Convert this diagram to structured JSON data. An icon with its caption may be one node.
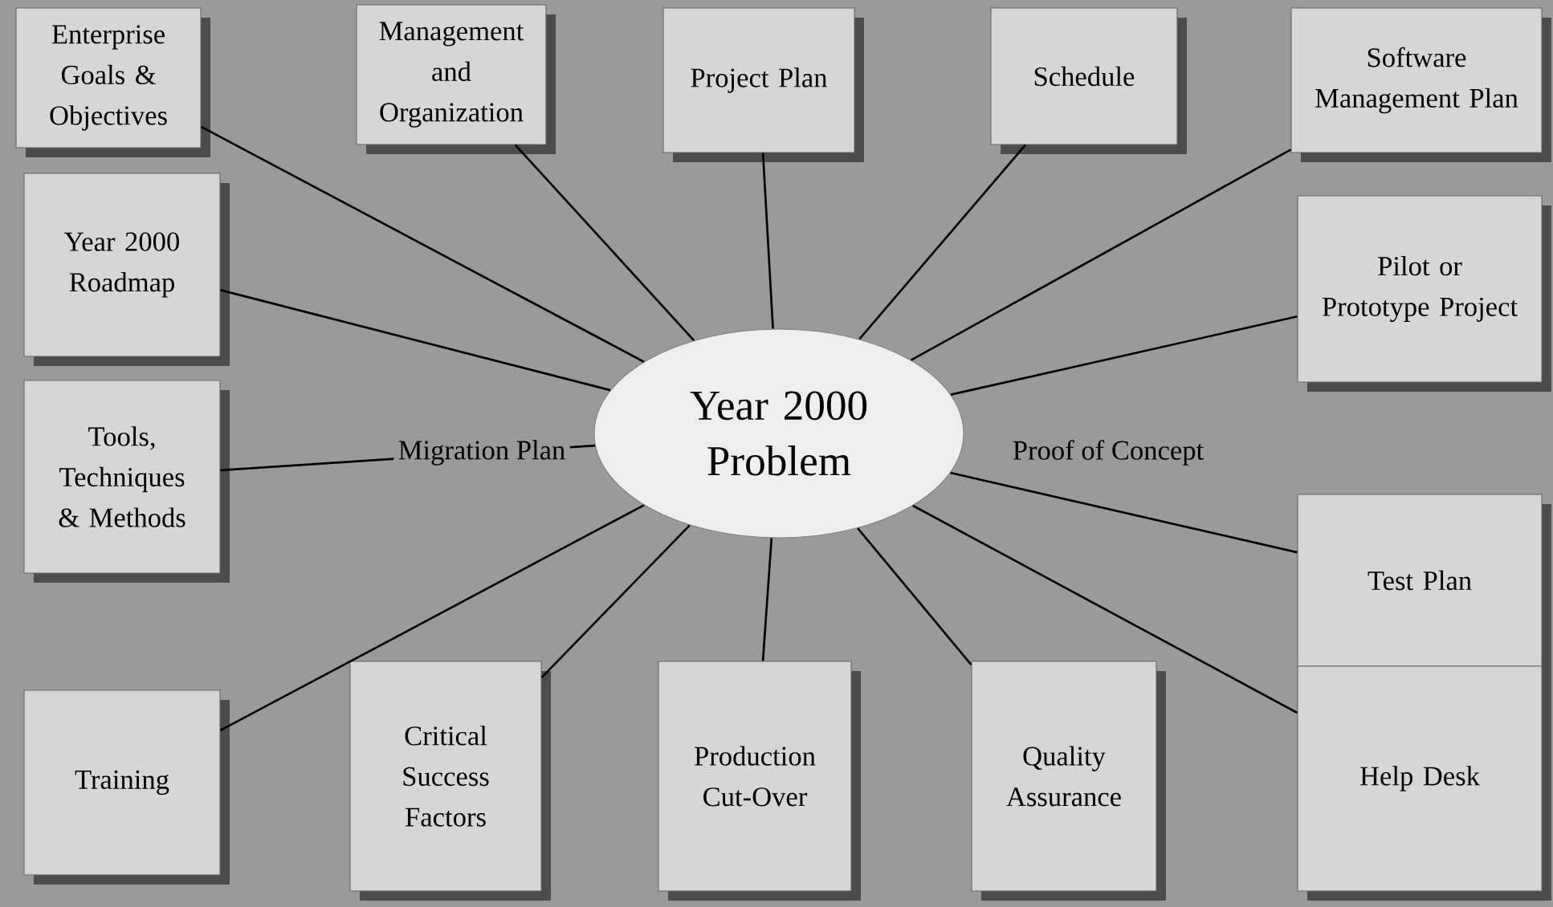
{
  "diagram": {
    "nodes": [
      {
        "text": [
          "Enterprise Goals & Objectives"
        ]
      },
      {
        "text": [
          "Management and Organization"
        ]
      },
      {
        "text": [
          "Project Plan"
        ]
      },
      {
        "text": [
          "Schedule"
        ]
      },
      {
        "text": [
          "Software Management Plan"
        ]
      },
      {
        "text": [
          "Year 2000 Roadmap"
        ]
      },
      {
        "text": [
          "Pilot or Prototype Project"
        ]
      },
      {
        "text": [
          "Year 2000 Problem"
        ]
      },
      {
        "text": [
          "Tools, Techniques & Methods"
        ]
      },
      {
        "text": [
          "Test Plan"
        ]
      },
      {
        "text": [
          "Training"
        ]
      },
      {
        "text": [
          "Critical Success Factors"
        ]
      },
      {
        "text": [
          "Production Cut-Over"
        ]
      },
      {
        "text": [
          "Quality Assurance"
        ]
      },
      {
        "text": [
          "Help Desk"
        ]
      }
    ],
    "edges": [
      {
        "from": 7,
        "to": 0,
        "arrow": "none"
      },
      {
        "from": 7,
        "to": 1,
        "arrow": "none"
      },
      {
        "from": 7,
        "to": 2,
        "arrow": "none"
      },
      {
        "from": 7,
        "to": 3,
        "arrow": "none"
      },
      {
        "from": 7,
        "to": 4,
        "arrow": "none"
      },
      {
        "from": 7,
        "to": 5,
        "arrow": "none"
      },
      {
        "from": 7,
        "to": 6,
        "arrow": "none"
      },
      {
        "from": 7,
        "to": 8,
        "arrow": "none"
      },
      {
        "from": 7,
        "to": 9,
        "arrow": "none"
      },
      {
        "from": 7,
        "to": 10,
        "arrow": "none"
      },
      {
        "from": 7,
        "to": 11,
        "arrow": "none"
      },
      {
        "from": 7,
        "to": 12,
        "arrow": "none"
      },
      {
        "from": 7,
        "to": 13,
        "arrow": "none"
      },
      {
        "from": 7,
        "to": 14,
        "arrow": "none"
      }
    ],
    "labels": [
      "Migration Plan",
      "Proof of Concept"
    ]
  }
}
